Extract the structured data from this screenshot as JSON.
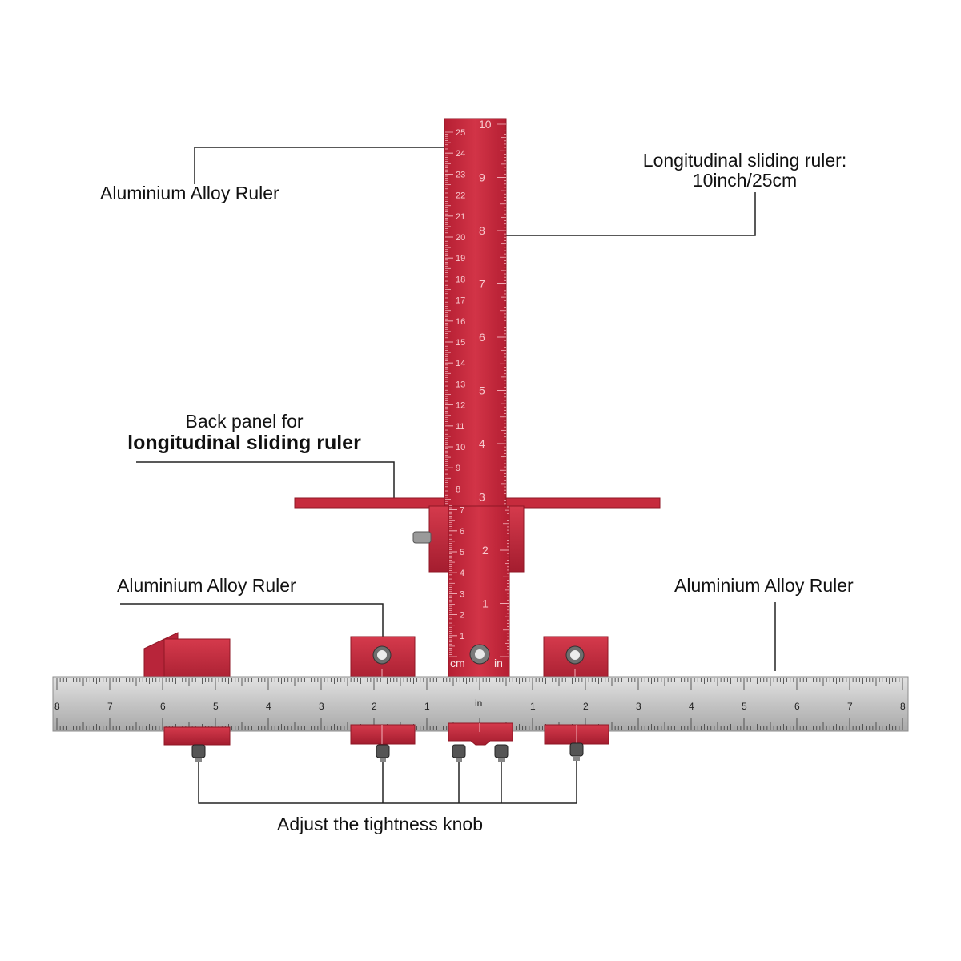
{
  "labels": {
    "top_left": "Aluminium Alloy Ruler",
    "top_right_line1": "Longitudinal sliding ruler:",
    "top_right_line2": "10inch/25cm",
    "back_panel_line1": "Back panel for",
    "back_panel_line2": "longitudinal sliding ruler",
    "mid_left": "Aluminium Alloy Ruler",
    "mid_right": "Aluminium Alloy Ruler",
    "bottom": "Adjust the tightness knob"
  },
  "vertical_ruler": {
    "cm_label": "cm",
    "in_label": "in",
    "cm_marks": [
      "1",
      "2",
      "3",
      "4",
      "5",
      "6",
      "7",
      "8",
      "9",
      "10",
      "11",
      "12",
      "13",
      "14",
      "15",
      "16",
      "17",
      "18",
      "19",
      "20",
      "21",
      "22",
      "23",
      "24",
      "25"
    ],
    "in_marks": [
      "1",
      "2",
      "3",
      "4",
      "5",
      "6",
      "7",
      "8",
      "9",
      "10"
    ]
  },
  "horizontal_ruler": {
    "center_label": "in",
    "left_marks": [
      "8",
      "7",
      "6",
      "5",
      "4",
      "3",
      "2",
      "1"
    ],
    "right_marks": [
      "1",
      "2",
      "3",
      "4",
      "5",
      "6",
      "7",
      "8"
    ]
  },
  "colors": {
    "anodized_red": "#c8283c",
    "red_dark": "#9a1a2a",
    "steel": "#c9c9c9",
    "leader_line": "#222222"
  }
}
